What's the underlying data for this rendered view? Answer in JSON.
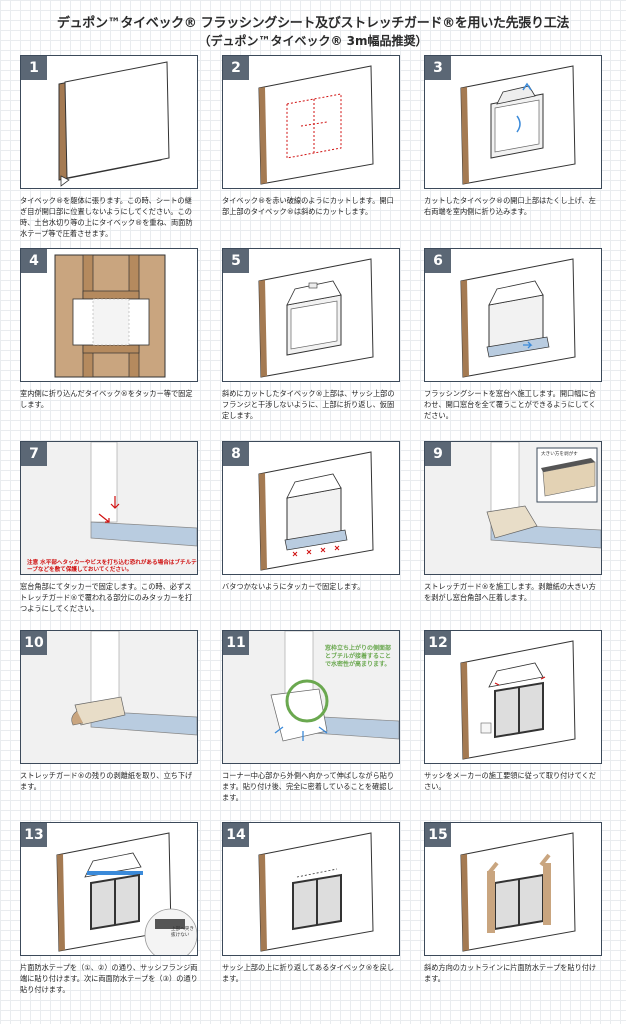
{
  "title": "デュポン™タイベック® フラッシングシート及びストレッチガード®を用いた先張り工法",
  "subtitle": "（デュポン™タイベック® 3m幅品推奨）",
  "steps": [
    {
      "num": "1",
      "caption": "タイベック®を躯体に張ります。この時、シートの継ぎ目が開口部に位置しないようにしてください。この時、土台水切り等の上にタイベック®を重ね、両面防水テープ等で圧着させます。"
    },
    {
      "num": "2",
      "caption": "タイベック®を赤い破線のようにカットします。開口部上部のタイベック®は斜めにカットします。"
    },
    {
      "num": "3",
      "caption": "カットしたタイベック®の開口上部はたくし上げ、左右両端を室内側に折り込みます。"
    },
    {
      "num": "4",
      "caption": "室内側に折り込んだタイベック®をタッカー等で固定します。"
    },
    {
      "num": "5",
      "caption": "斜めにカットしたタイベック®上部は、サッシ上部のフランジと干渉しないように、上部に折り返し、仮固定します。"
    },
    {
      "num": "6",
      "caption": "フラッシングシートを窓台へ施工します。開口幅に合わせ、開口窓台を全て覆うことができるようにしてください。"
    },
    {
      "num": "7",
      "caption": "窓台角部にてタッカーで固定します。この時、必ずストレッチガード®で覆われる部分にのみタッカーを打つようにしてください。"
    },
    {
      "num": "8",
      "caption": "バタつかないようにタッカーで固定します。"
    },
    {
      "num": "9",
      "caption": "ストレッチガード®を施工します。剥離紙の大きい方を剥がし窓台角部へ圧着します。"
    },
    {
      "num": "10",
      "caption": "ストレッチガード®の残りの剥離紙を取り、立ち下げます。"
    },
    {
      "num": "11",
      "caption": "コーナー中心部から外側へ向かって伸ばしながら貼ります。貼り付け後、完全に密着していることを確認します。"
    },
    {
      "num": "12",
      "caption": "サッシをメーカーの施工要領に従って取り付けてください。"
    },
    {
      "num": "13",
      "caption": "片面防水テープを（①、②）の通り、サッシフランジ両端に貼り付けます。次に両面防水テープを（③）の通り貼り付けます。"
    },
    {
      "num": "14",
      "caption": "サッシ上部の上に折り返してあるタイベック®を戻します。"
    },
    {
      "num": "15",
      "caption": "斜め方向のカットラインに片面防水テープを貼り付けます。"
    }
  ],
  "notes": {
    "step7_warning": "注意 水平部へタッカーやビスを打ち込む恐れがある場合はブチルテープなどを敷て保護しておいてください。",
    "step9_label": "大きい方を剥がす",
    "step11_callout": "窓枠立ち上がりの側面部とブチルが接着することで水密性が高まります。",
    "step13_label": "上部へ突き抜けない"
  },
  "colors": {
    "panel_border": "#3c4a5a",
    "number_bg": "#5b6775",
    "wood": "#a47a52",
    "cut_line": "#d01010",
    "accent_green": "#6aa84f",
    "flashing_blue": "#b9cce0"
  }
}
